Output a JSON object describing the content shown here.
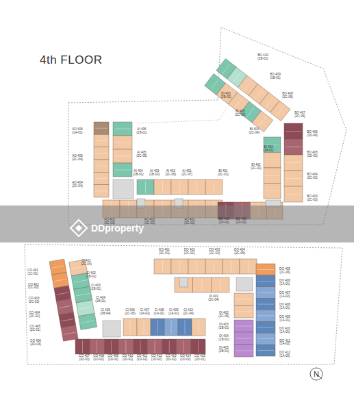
{
  "diagram": {
    "title": "4th FLOOR",
    "labels": [
      "BO 410 (2B-01)",
      "BO 409 (1B-01)",
      "BO 408 (2C-06)",
      "BO 407 (2C-06)",
      "BO 406 (1D-04)",
      "BO 405 (1D-03)",
      "BO 404 (2C-03)",
      "BO 403 (2C-03)",
      "BO 402 (1D-02)",
      "BO 401 (1D-01)",
      "BI 406 (2B-02)",
      "BI 405 (2C-05)",
      "BI 404 (2C-04)",
      "BI 403 (1B-01)",
      "BI 402 (2C-02)",
      "BI 401 (2C-01)",
      "AO 406 (1A-01)",
      "AO 405 (2C-04)",
      "AO 404 (2C-04)",
      "AI 406 (2B-01)",
      "AI 405 (2C-05)",
      "AI 404 (1B-01)",
      "AI 403 (1B-02)",
      "AI 402 (2C-06)",
      "AI 401 (2C-07)",
      "AO 403 (2C-03)",
      "AO 402 (2C-02)",
      "AO 401 (2C-01)",
      "CO 401 (1C-01)",
      "CO 402 (1C-02)",
      "CO 403 (2C-03)",
      "CO 404 (2C-02)",
      "CO 405 (2C-01)",
      "CO 406 (2D-03)",
      "CI 401 (2C-04)",
      "CI 402 (1B-01)",
      "CI 403 (1B-01)",
      "CI 404 (1B-01)",
      "CI 405 (1B-04)",
      "CI 406 (2C-05)",
      "CI 407 (1A-02)",
      "CI 408 (1A-01)",
      "CI 409 (1A-01)",
      "CI 410 (2C-04)",
      "CO 407 (1D-03)",
      "CO 408 (1D-02)",
      "CO 409 (1D-02)",
      "CO 410 (1D-02)",
      "CO 411 (1D-02)",
      "CO 412 (1D-02)",
      "CO 413 (1D-02)",
      "CO 414 (1D-02)",
      "CO 415 (1D-01)",
      "DO 401 (2C-01)",
      "DO 402 (2C-02)",
      "DO 403 (2C-03)",
      "DO 404 (2C-05)",
      "DO 405 (2C-06)",
      "DO 406 (1A-01)",
      "DO 407 (1A-02)",
      "DO 408 (1A-01)",
      "DO 409 (1A-01)",
      "DO 410 (1A-01)",
      "DO 411 (1A-02)",
      "DO 412 (1A-02)",
      "DI 401 (2C-04)",
      "DI 402 (2C-05)",
      "DI 403 (2B-01)",
      "DI 404 (1B-01)",
      "DI 405 (2B-01)",
      "DDproperty",
      "N"
    ]
  }
}
